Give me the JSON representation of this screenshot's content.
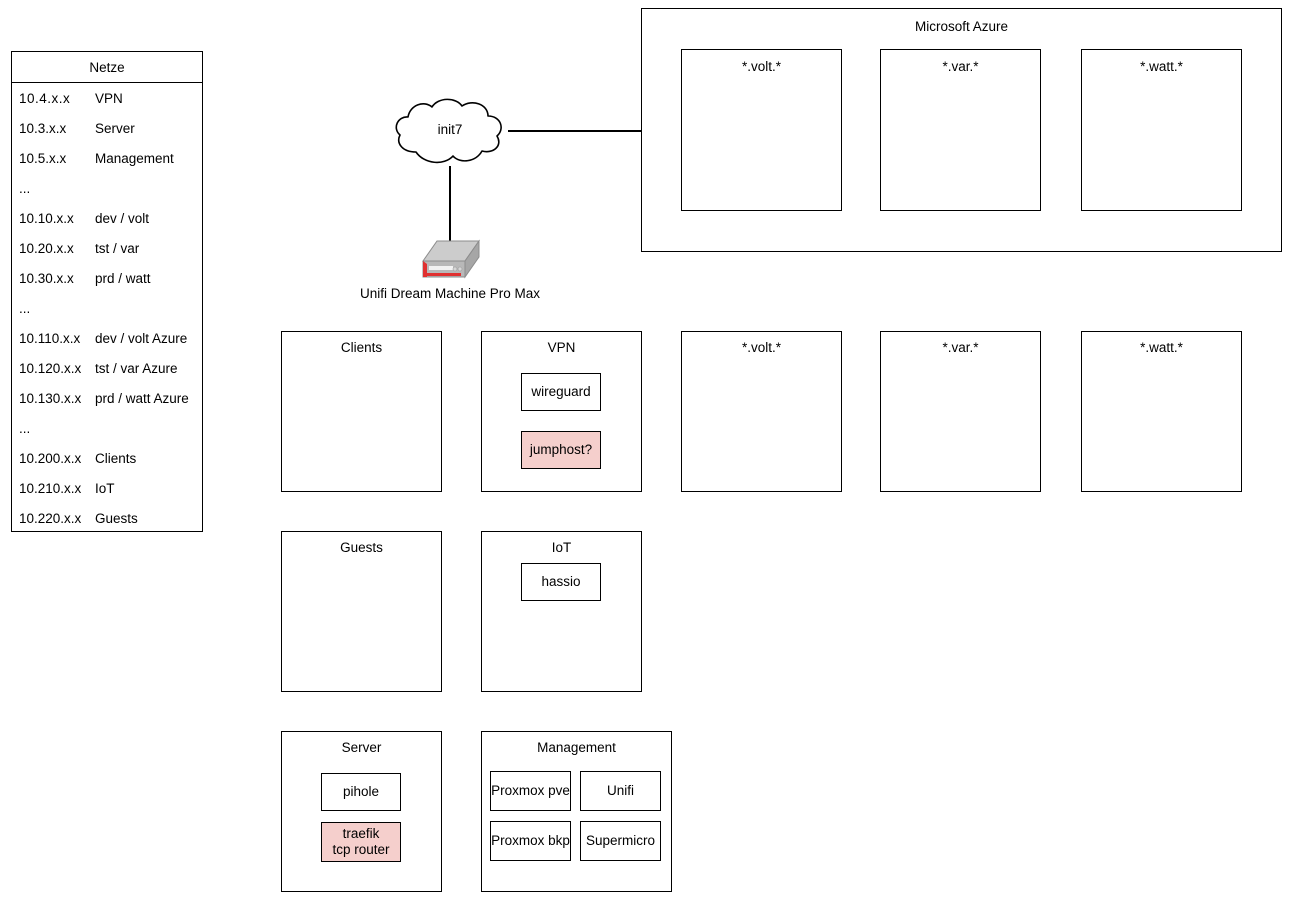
{
  "netze": {
    "title": "Netze",
    "rows": [
      {
        "cidr": "10.4.x.x",
        "name": "VPN"
      },
      {
        "cidr": "10.3.x.x",
        "name": "Server"
      },
      {
        "cidr": "10.5.x.x",
        "name": "Management"
      },
      {
        "cidr": "...",
        "name": ""
      },
      {
        "cidr": "10.10.x.x",
        "name": "dev / volt"
      },
      {
        "cidr": "10.20.x.x",
        "name": "tst / var"
      },
      {
        "cidr": "10.30.x.x",
        "name": "prd / watt"
      },
      {
        "cidr": "...",
        "name": ""
      },
      {
        "cidr": "10.110.x.x",
        "name": "dev / volt Azure"
      },
      {
        "cidr": "10.120.x.x",
        "name": "tst / var Azure"
      },
      {
        "cidr": "10.130.x.x",
        "name": "prd / watt Azure"
      },
      {
        "cidr": "...",
        "name": ""
      },
      {
        "cidr": "10.200.x.x",
        "name": "Clients"
      },
      {
        "cidr": "10.210.x.x",
        "name": "IoT"
      },
      {
        "cidr": "10.220.x.x",
        "name": "Guests"
      }
    ]
  },
  "internet": {
    "cloud_label": "init7",
    "router_caption": "Unifi Dream Machine Pro Max"
  },
  "azure": {
    "title": "Microsoft Azure",
    "zones": [
      {
        "title": "*.volt.*"
      },
      {
        "title": "*.var.*"
      },
      {
        "title": "*.watt.*"
      }
    ]
  },
  "networks": {
    "clients": {
      "title": "Clients",
      "nodes": []
    },
    "vpn": {
      "title": "VPN",
      "nodes": [
        {
          "label": "wireguard",
          "style": "white"
        },
        {
          "label": "jumphost?",
          "style": "pink"
        }
      ]
    },
    "volt": {
      "title": "*.volt.*",
      "nodes": []
    },
    "var": {
      "title": "*.var.*",
      "nodes": []
    },
    "watt": {
      "title": "*.watt.*",
      "nodes": []
    },
    "guests": {
      "title": "Guests",
      "nodes": []
    },
    "iot": {
      "title": "IoT",
      "nodes": [
        {
          "label": "hassio",
          "style": "white"
        }
      ]
    },
    "server": {
      "title": "Server",
      "nodes": [
        {
          "label": "pihole",
          "style": "white"
        },
        {
          "label": "traefik\ntcp router",
          "style": "pink"
        }
      ]
    },
    "management": {
      "title": "Management",
      "nodes": [
        {
          "label": "Proxmox pve",
          "style": "white"
        },
        {
          "label": "Unifi",
          "style": "white"
        },
        {
          "label": "Proxmox bkp",
          "style": "white"
        },
        {
          "label": "Supermicro",
          "style": "white"
        }
      ]
    }
  },
  "colors": {
    "stroke": "#000000",
    "background": "#ffffff",
    "pink_fill": "#f5cfcc",
    "device_top": "#cccccc",
    "device_front": "#b3b3b3",
    "device_accent": "#e03030"
  }
}
